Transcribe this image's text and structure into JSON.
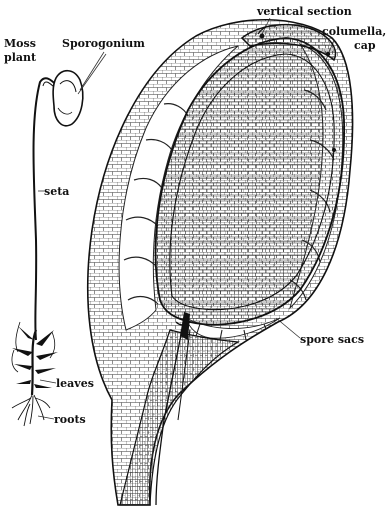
{
  "labels": {
    "moss": "Moss",
    "plant": "plant",
    "sporogonium": "Sporogonium",
    "vertical_section": "vertical section",
    "columella": "columella,",
    "cap": "cap",
    "seta": "seta",
    "spore_sacs": "spore sacs",
    "leaves": "leaves",
    "roots": "roots"
  },
  "colors": {
    "ink": "#111111",
    "paper": "#ffffff"
  }
}
